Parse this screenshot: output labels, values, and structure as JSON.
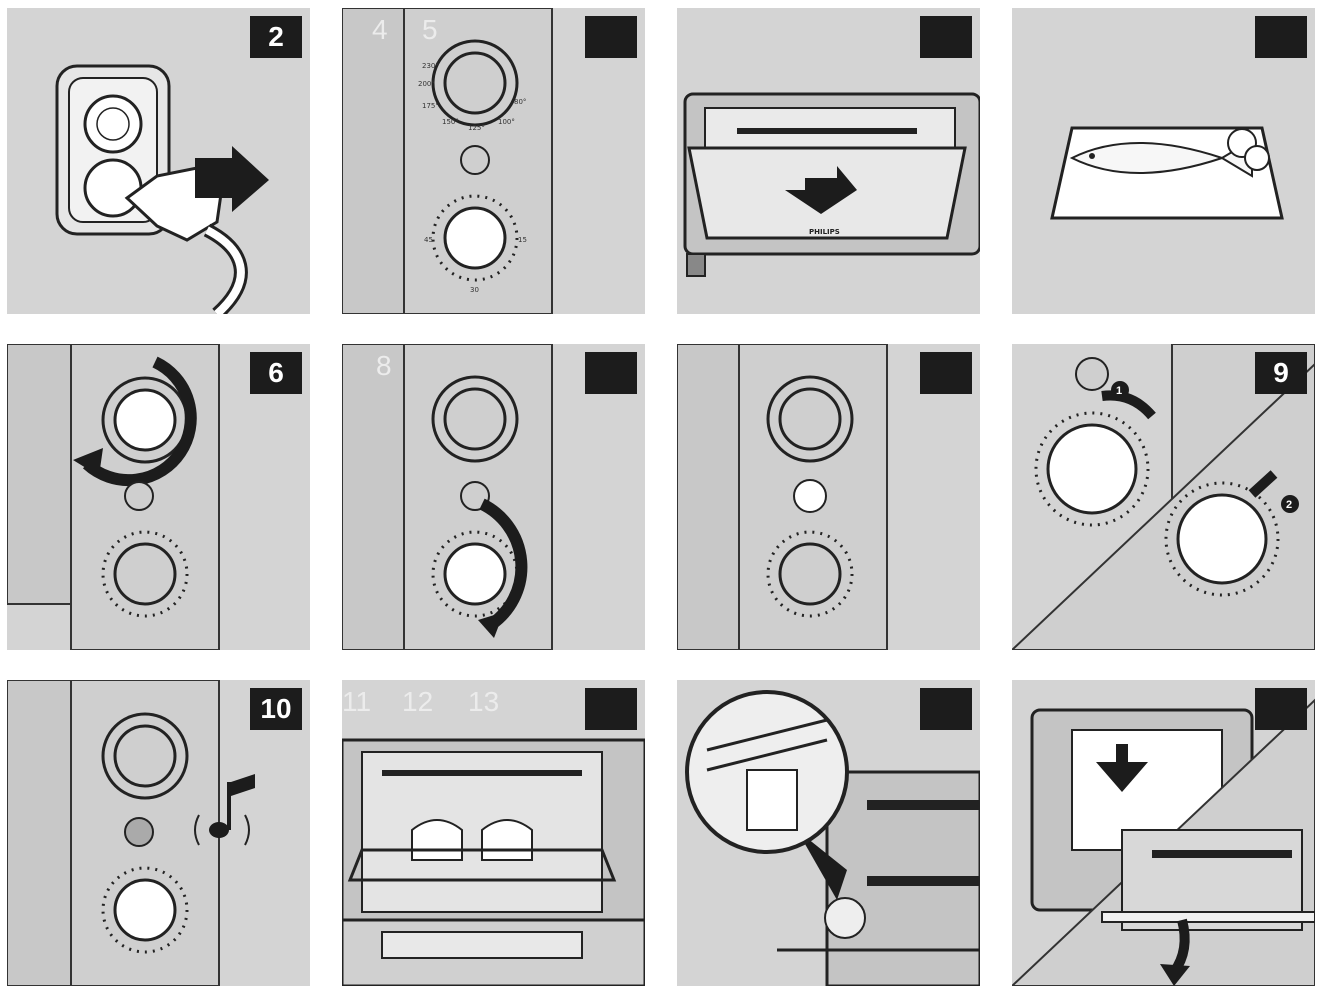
{
  "steps": {
    "p1": "2",
    "p2_a": "4",
    "p2_b": "5",
    "p5": "6",
    "p6": "8",
    "p8": "9",
    "p9": "10",
    "p10_a": "11",
    "p10_b": "12",
    "p10_c": "13"
  },
  "dial_labels": {
    "temp_top": "230°",
    "temp_200": "200°",
    "temp_175": "175°",
    "temp_150": "150°",
    "temp_125": "125°",
    "temp_100": "100°",
    "temp_80": "80°",
    "timer_bottom": "30",
    "timer_left": "45",
    "timer_right": "15"
  },
  "brand": "PHILIPS",
  "sub_steps": {
    "one": "1",
    "two": "2"
  },
  "colors": {
    "panel_bg": "#d4d4d4",
    "badge_bg": "#1c1c1c",
    "line": "#2a2a2a"
  }
}
